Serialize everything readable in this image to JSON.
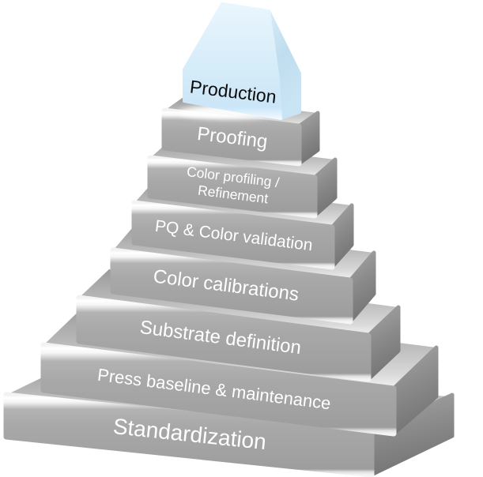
{
  "diagram": {
    "description": "3D stepped pyramid of print production workflow stages, from foundation (bottom) to production (top)",
    "peak": {
      "label": "Production",
      "face_color": "#d7edf9",
      "side_color": "#b7d8ec",
      "text_color": "#0d0d0d"
    },
    "layers": [
      {
        "id": "proofing",
        "lines": [
          "Proofing"
        ]
      },
      {
        "id": "color-profiling",
        "lines": [
          "Color profiling /",
          "Refinement"
        ]
      },
      {
        "id": "pq-color-validation",
        "lines": [
          "PQ & Color validation"
        ]
      },
      {
        "id": "color-calibrations",
        "lines": [
          "Color calibrations"
        ]
      },
      {
        "id": "substrate-definition",
        "lines": [
          "Substrate definition"
        ]
      },
      {
        "id": "press-baseline",
        "lines": [
          "Press baseline & maintenance"
        ]
      },
      {
        "id": "standardization",
        "lines": [
          "Standardization"
        ]
      }
    ],
    "palette": {
      "front_face": "#a7a7a7",
      "side_face": "#8a8a8a",
      "top_face": "#c9c9c9",
      "edge_highlight": "#ffffff",
      "label_text": "#ffffff",
      "background": "#ffffff"
    }
  }
}
